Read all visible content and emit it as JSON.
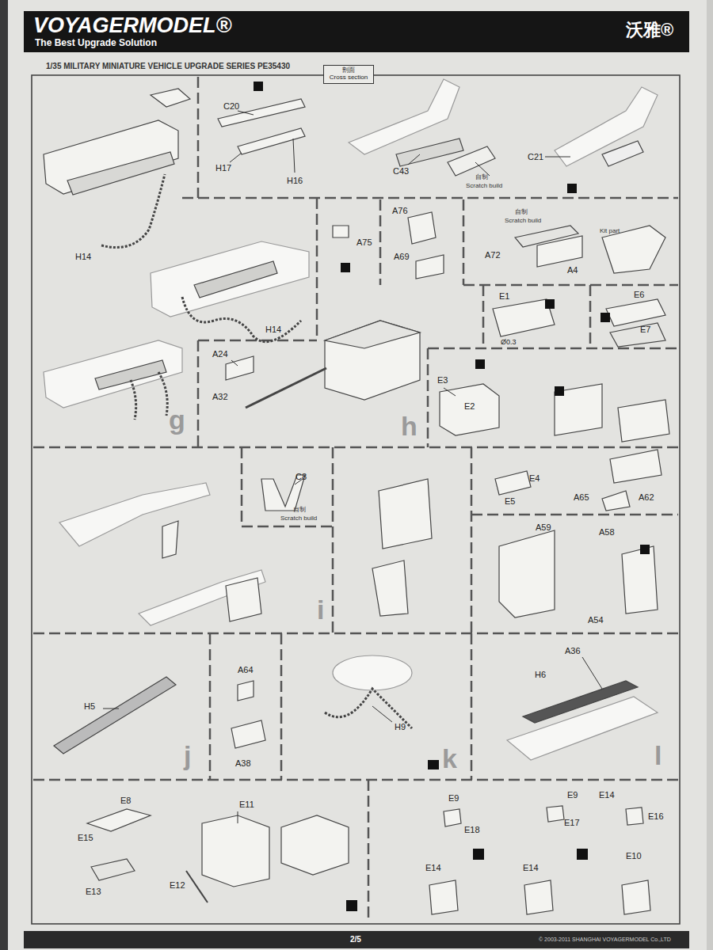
{
  "diagram": {
    "nodes": [
      {
        "text": [
          "VOYAGERMODEL®",
          "The Best Upgrade Solution",
          "沃雅®"
        ]
      },
      {
        "text": [
          "剖面",
          "Cross section"
        ]
      },
      {
        "text": [
          "2/5",
          "© 2003-2011 SHANGHAI VOYAGERMODEL Co.,LTD"
        ]
      }
    ],
    "labels": [
      "1/35 MILITARY MINIATURE VEHICLE UPGRADE SERIES PE35430",
      "C20",
      "H17",
      "H16",
      "C43",
      "自制",
      "Scratch build",
      "C21",
      "H14",
      "H14",
      "g",
      "A75",
      "A76",
      "A69",
      "自制",
      "Scratch build",
      "A72",
      "A4",
      "Kit part",
      "E1",
      "Ø0.3",
      "E6",
      "E7",
      "A24",
      "A32",
      "h",
      "E3",
      "E2",
      "C8",
      "自制",
      "Scratch build",
      "i",
      "E4",
      "E5",
      "A65",
      "A62",
      "A59",
      "A58",
      "A54",
      "H5",
      "j",
      "A64",
      "A38",
      "H9",
      "k",
      "A36",
      "H6",
      "l",
      "E8",
      "E15",
      "E13",
      "E11",
      "E12",
      "E9",
      "E18",
      "E14",
      "E9",
      "E17",
      "E14",
      "E14",
      "E16",
      "E10"
    ]
  }
}
